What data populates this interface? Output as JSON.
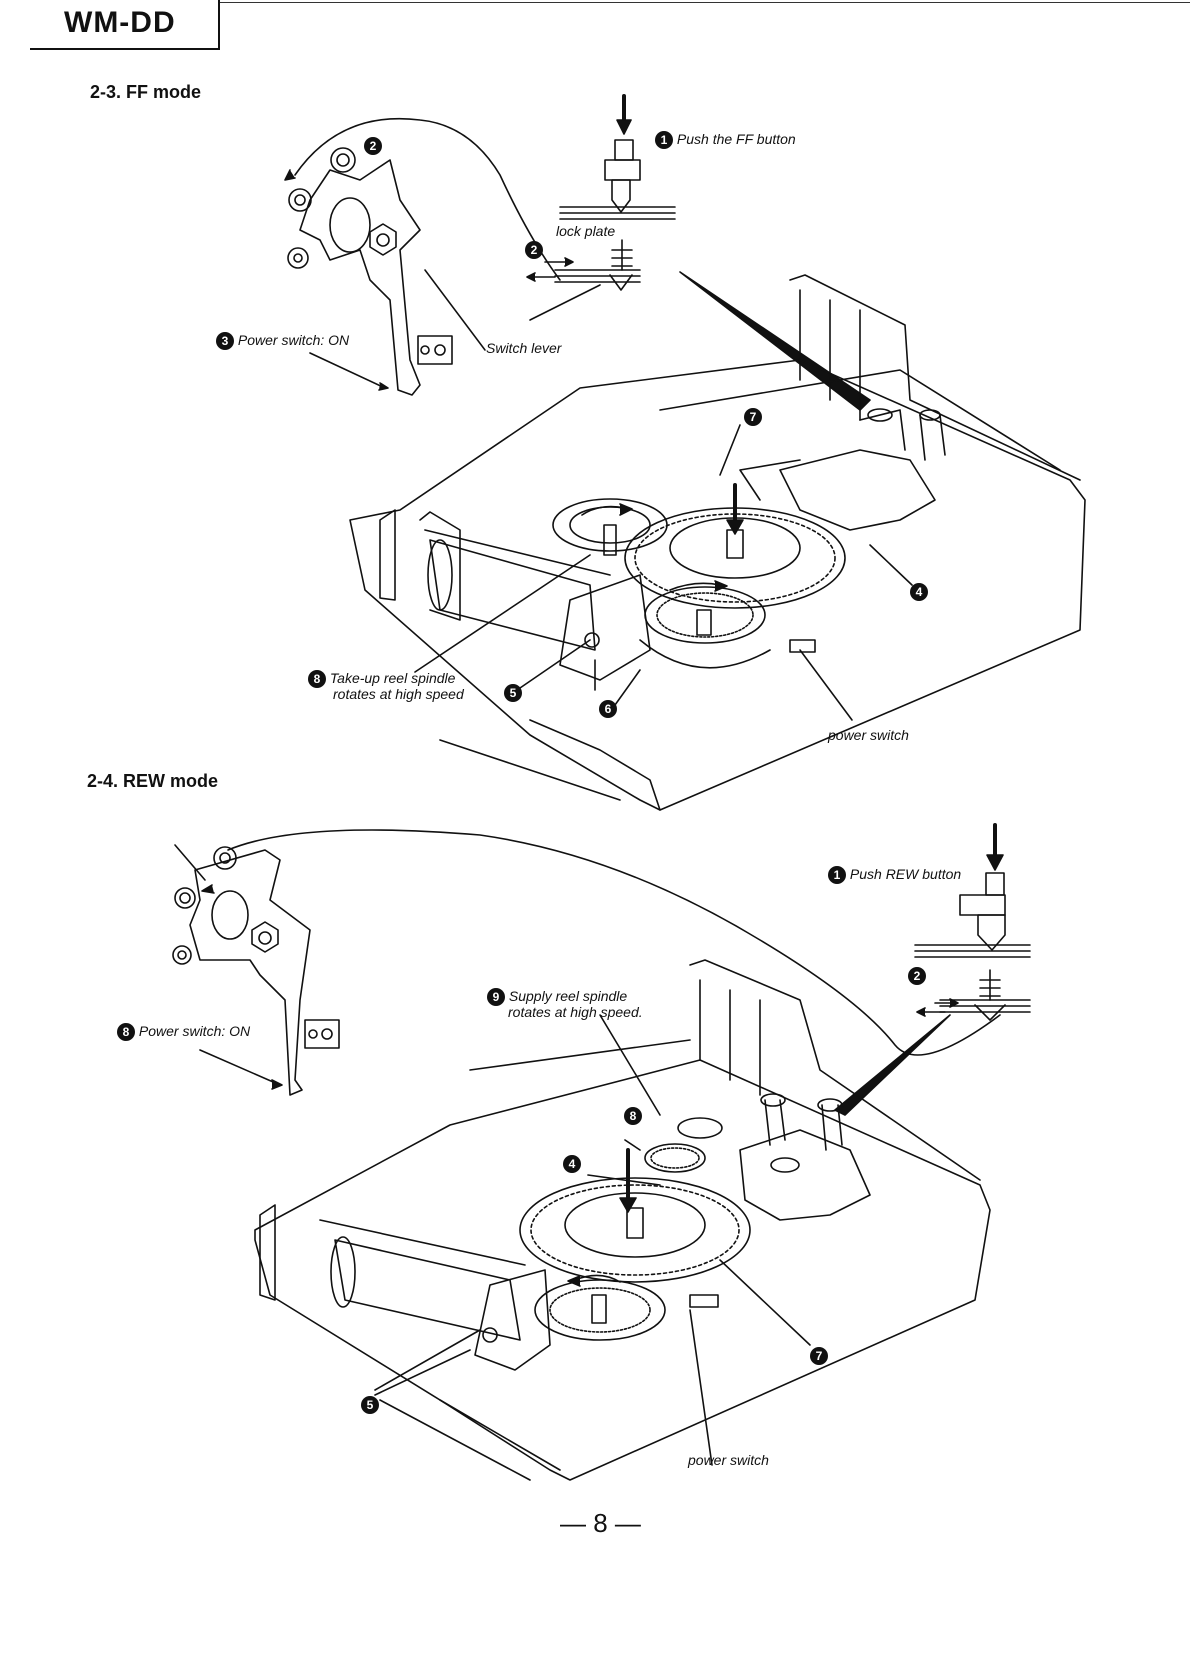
{
  "header": {
    "model": "WM-DD"
  },
  "ff": {
    "title": "2-3.   FF mode",
    "push_ff": "Push the FF button",
    "lock_plate": "lock plate",
    "power_switch_on": "Power switch:  ON",
    "switch_lever": "Switch lever",
    "takeup_line1": "Take-up reel spindle",
    "takeup_line2": "rotates at high speed",
    "power_switch": "power switch",
    "badges": {
      "b1": "1",
      "b2a": "2",
      "b2b": "2",
      "b3": "3",
      "b4": "4",
      "b5": "5",
      "b6": "6",
      "b7": "7",
      "b8": "8"
    }
  },
  "rew": {
    "title": "2-4.   REW mode",
    "push_rew": "Push REW button",
    "supply_line1": "Supply reel spindle",
    "supply_line2": "rotates at high speed.",
    "power_switch_on": "Power switch:  ON",
    "power_switch": "power switch",
    "badges": {
      "b1": "1",
      "b2": "2",
      "b3": "8",
      "b4": "4",
      "b5": "5",
      "b7": "7",
      "b8": "8",
      "b9": "9"
    }
  },
  "page": {
    "number": "— 8 —"
  }
}
